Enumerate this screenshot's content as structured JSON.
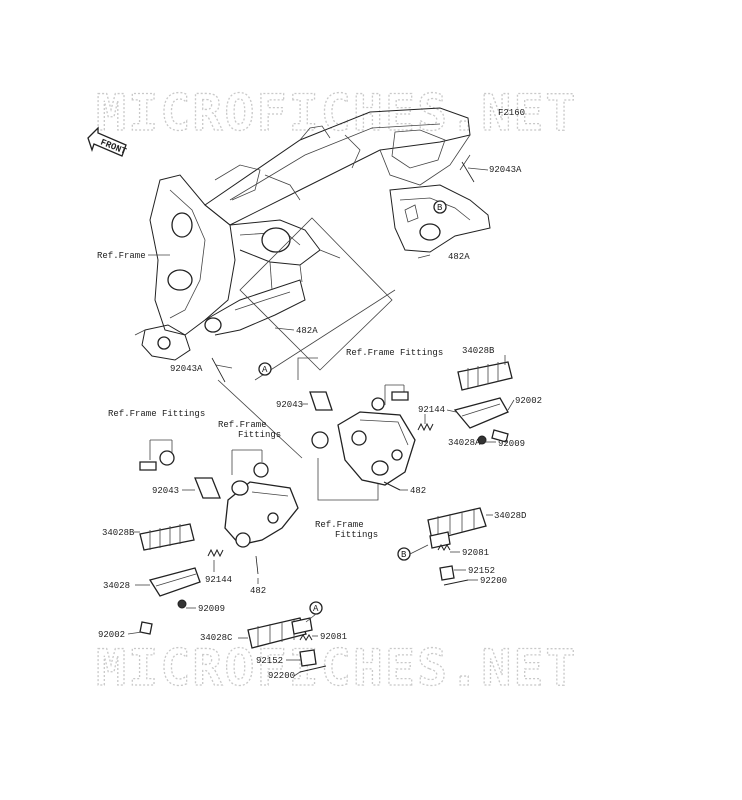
{
  "watermark": "MICROFICHES.NET",
  "figure_code": "F2160",
  "front_label": "FRONT",
  "callouts": {
    "a": "A",
    "b": "B"
  },
  "labels": {
    "p92043A_top": "92043A",
    "p482A_right": "482A",
    "ref_frame": "Ref.Frame",
    "p482A_mid": "482A",
    "p92043A_left": "92043A",
    "ref_frame_fittings_center": "Ref.Frame Fittings",
    "p34028B_right": "34028B",
    "p92043_center": "92043",
    "p92002_right": "92002",
    "p92144_center": "92144",
    "p34028A": "34028A",
    "p92009_right": "92009",
    "ref_frame_fittings_left": "Ref.Frame Fittings",
    "ref_frame_fittings_mid_1": "Ref.Frame",
    "ref_frame_fittings_mid_2": "Fittings",
    "p482_center": "482",
    "p92043_left": "92043",
    "ref_frame_fittings_bottom_1": "Ref.Frame",
    "ref_frame_fittings_bottom_2": "Fittings",
    "p34028D": "34028D",
    "p34028B_left": "34028B",
    "p92081_right": "92081",
    "p92144_left": "92144",
    "p34028": "34028",
    "p482_left": "482",
    "p92152_right": "92152",
    "p92200_right": "92200",
    "p92009_left": "92009",
    "p92002_left": "92002",
    "p34028C": "34028C",
    "p92081_bottom": "92081",
    "p92152_bottom": "92152",
    "p92200_bottom": "92200"
  }
}
